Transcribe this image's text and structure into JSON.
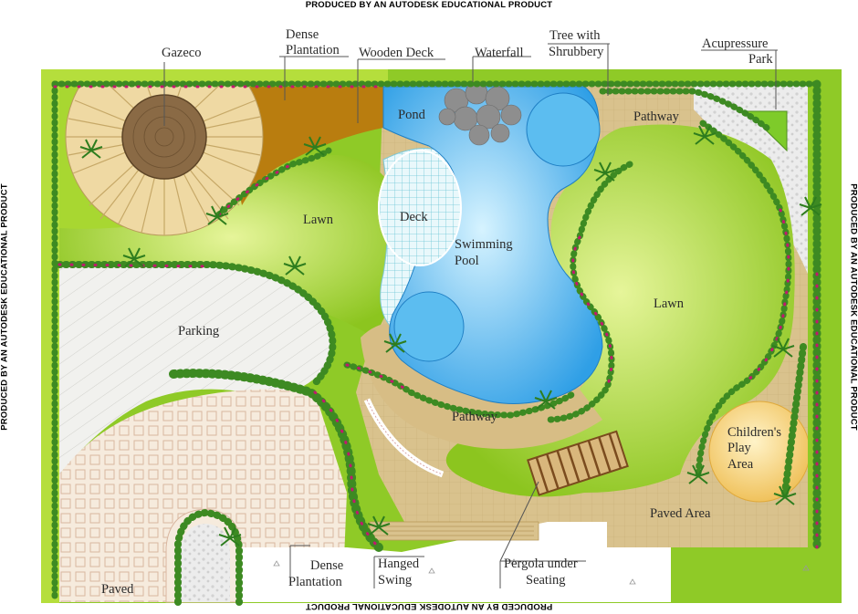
{
  "watermark": {
    "top": "PRODUCED BY AN AUTODESK EDUCATIONAL PRODUCT",
    "bottom": "PRODUCED BY AN AUTODESK EDUCATIONAL PRODUCT",
    "left": "PRODUCED BY AN AUTODESK EDUCATIONAL PRODUCT",
    "right": "PRODUCED BY AN AUTODESK EDUCATIONAL PRODUCT"
  },
  "labels": {
    "gazebo": "Gazeco",
    "dense_plantation_top_1": "Dense",
    "dense_plantation_top_2": "Plantation",
    "wooden_deck": "Wooden Deck",
    "waterfall": "Waterfall",
    "tree_shrubbery_1": "Tree with",
    "tree_shrubbery_2": "Shrubbery",
    "acupressure_1": "Acupressure",
    "acupressure_2": "Park",
    "pond": "Pond",
    "pathway_top": "Pathway",
    "lawn_left": "Lawn",
    "deck": "Deck",
    "swimming_1": "Swimming",
    "swimming_2": "Pool",
    "lawn_right": "Lawn",
    "parking": "Parking",
    "pathway_bottom": "Pathway",
    "childrens_1": "Children's",
    "childrens_2": "Play",
    "childrens_3": "Area",
    "paved_area": "Paved Area",
    "paved": "Paved",
    "dense_plantation_bottom_1": "Dense",
    "dense_plantation_bottom_2": "Plantation",
    "hanged_1": "Hanged",
    "hanged_2": "Swing",
    "pergola_1": "Pergola under",
    "pergola_2": "Seating"
  },
  "colors": {
    "lawn": "#9fd12a",
    "lawn_light": "#d6ee7a",
    "hedge": "#3f8d25",
    "path": "#d7bd85",
    "parking": "#eeeeea",
    "water": "#3aa8e8",
    "water_light": "#bfe8fb",
    "wooden_deck": "#b97d0f",
    "gazebo": "#8a6a45",
    "gazebo_deck": "#efd9a3",
    "play_area": "#f5d27e",
    "paved": "#f2e4d2",
    "flower": "#c2186e"
  }
}
